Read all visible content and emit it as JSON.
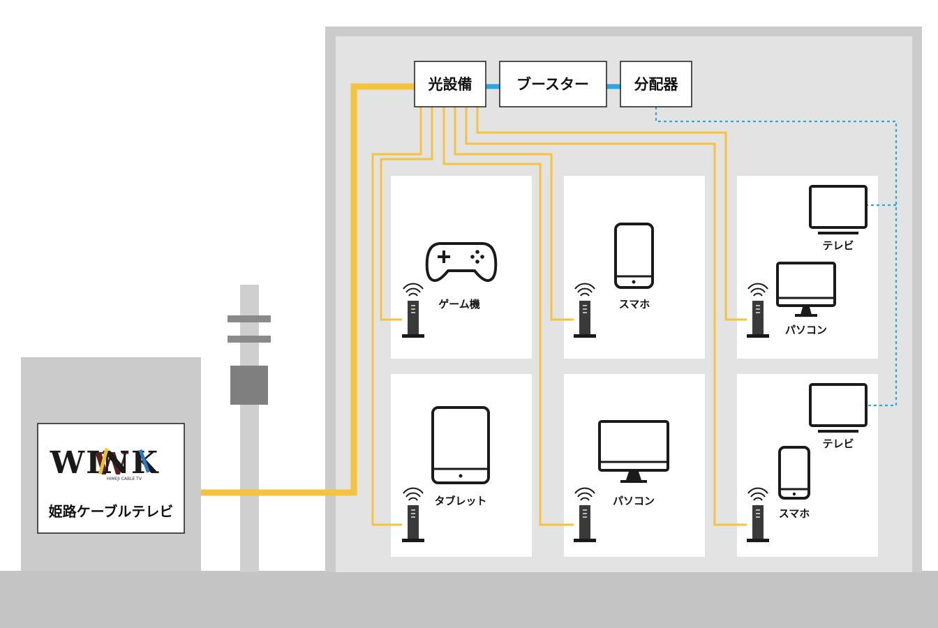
{
  "station": {
    "name": "姫路ケーブルテレビ",
    "logo_text": "WINK",
    "logo_subtext": "HIMEJI CABLE TV"
  },
  "equipment": {
    "fiber": "光設備",
    "booster": "ブースター",
    "splitter": "分配器"
  },
  "rooms": [
    {
      "id": "room-1",
      "devices": [
        {
          "icon": "game-controller-icon",
          "label": "ゲーム機"
        }
      ]
    },
    {
      "id": "room-2",
      "devices": [
        {
          "icon": "smartphone-icon",
          "label": "スマホ"
        }
      ]
    },
    {
      "id": "room-3",
      "devices": [
        {
          "icon": "tv-icon",
          "label": "テレビ"
        },
        {
          "icon": "desktop-pc-icon",
          "label": "パソコン"
        }
      ]
    },
    {
      "id": "room-4",
      "devices": [
        {
          "icon": "tablet-icon",
          "label": "タブレット"
        }
      ]
    },
    {
      "id": "room-5",
      "devices": [
        {
          "icon": "desktop-pc-icon",
          "label": "パソコン"
        }
      ]
    },
    {
      "id": "room-6",
      "devices": [
        {
          "icon": "tv-icon",
          "label": "テレビ"
        },
        {
          "icon": "smartphone-icon",
          "label": "スマホ"
        }
      ]
    }
  ],
  "colors": {
    "fiber_line": "#f5c43c",
    "coax_line": "#29a8e0",
    "building": "#c8c8c8",
    "building_inner": "#e4e4e4",
    "ground": "#c4c4c4",
    "pole": "#d0d0d0",
    "pole_dark": "#8a8a8a",
    "icon": "#1a1a1a"
  }
}
